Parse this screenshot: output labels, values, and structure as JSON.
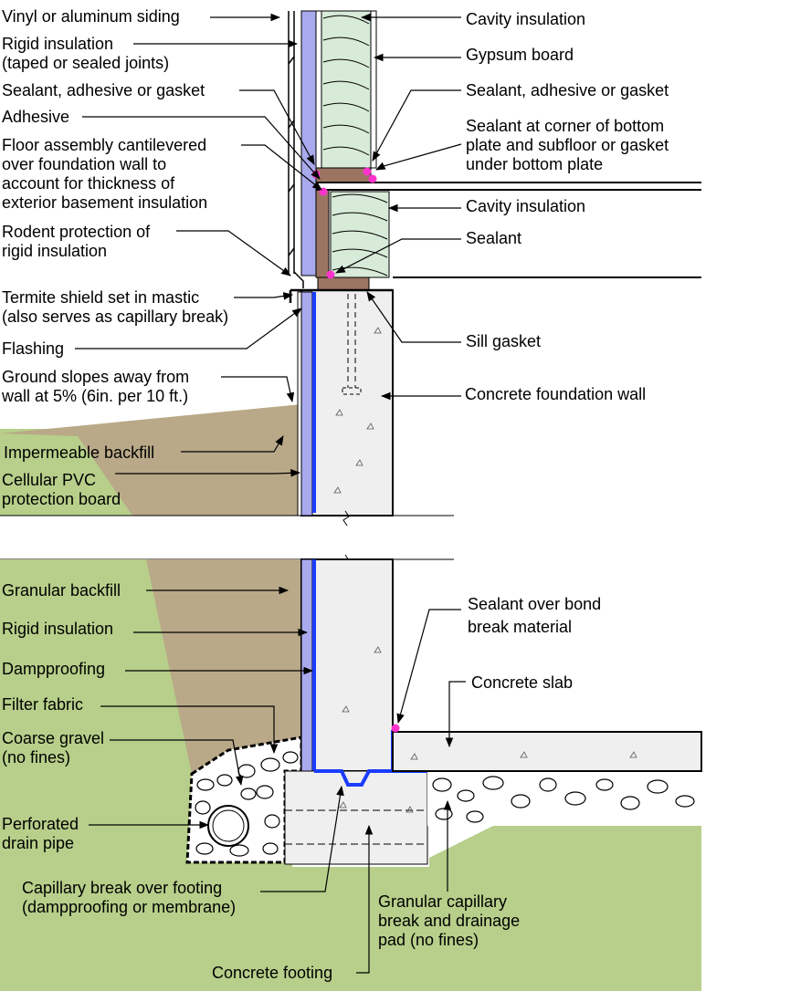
{
  "colors": {
    "soil": "#b7cf8a",
    "backfill": "#b9a988",
    "concrete": "#efefef",
    "rigid_insulation": "#a9a9ee",
    "dampproofing": "#1a3cff",
    "cavity_insulation": "#d8ead8",
    "wood": "#9c7462",
    "sealant": "#ff33cc",
    "gravel": "#ffffff"
  },
  "icons": {
    "arrowhead": "arrowhead-icon",
    "break_line": "break-symbol-icon",
    "drain_pipe": "drain-pipe-icon"
  },
  "labels": {
    "siding": [
      "Vinyl or aluminum siding"
    ],
    "rigid_insulation_top": [
      "Rigid insulation",
      "(taped or sealed joints)"
    ],
    "sealant_left": [
      "Sealant, adhesive or gasket"
    ],
    "adhesive": [
      "Adhesive"
    ],
    "floor_assembly": [
      "Floor assembly cantilevered",
      "over foundation wall to",
      "account for thickness of",
      "exterior basement insulation"
    ],
    "rodent": [
      "Rodent protection of",
      "rigid insulation"
    ],
    "termite": [
      "Termite shield set in mastic",
      "(also serves as capillary break)"
    ],
    "flashing": [
      "Flashing"
    ],
    "ground_slope": [
      "Ground slopes away from",
      "wall at 5% (6in. per 10 ft.)"
    ],
    "impermeable": [
      "Impermeable backfill"
    ],
    "pvc": [
      "Cellular PVC",
      "protection board"
    ],
    "granular_backfill": [
      "Granular backfill"
    ],
    "rigid_insulation_low": [
      "Rigid insulation"
    ],
    "dampproofing": [
      "Dampproofing"
    ],
    "filter_fabric": [
      "Filter fabric"
    ],
    "coarse_gravel": [
      "Coarse gravel",
      "(no fines)"
    ],
    "drain_pipe": [
      "Perforated",
      "drain pipe"
    ],
    "capillary_footing": [
      "Capillary break over footing",
      "(dampproofing or membrane)"
    ],
    "concrete_footing": [
      "Concrete footing"
    ],
    "cavity_top": [
      "Cavity insulation"
    ],
    "gypsum": [
      "Gypsum board"
    ],
    "sealant_right": [
      "Sealant, adhesive or gasket"
    ],
    "sealant_corner": [
      "Sealant at corner of bottom",
      "plate and subfloor or gasket",
      "under bottom plate"
    ],
    "cavity_mid": [
      "Cavity insulation"
    ],
    "sealant": [
      "Sealant"
    ],
    "sill_gasket": [
      "Sill gasket"
    ],
    "foundation_wall": [
      "Concrete foundation wall"
    ],
    "sealant_bond": [
      "Sealant over bond",
      "break material"
    ],
    "slab": [
      "Concrete slab"
    ],
    "granular_pad": [
      "Granular capillary",
      "break and drainage",
      "pad (no fines)"
    ]
  }
}
